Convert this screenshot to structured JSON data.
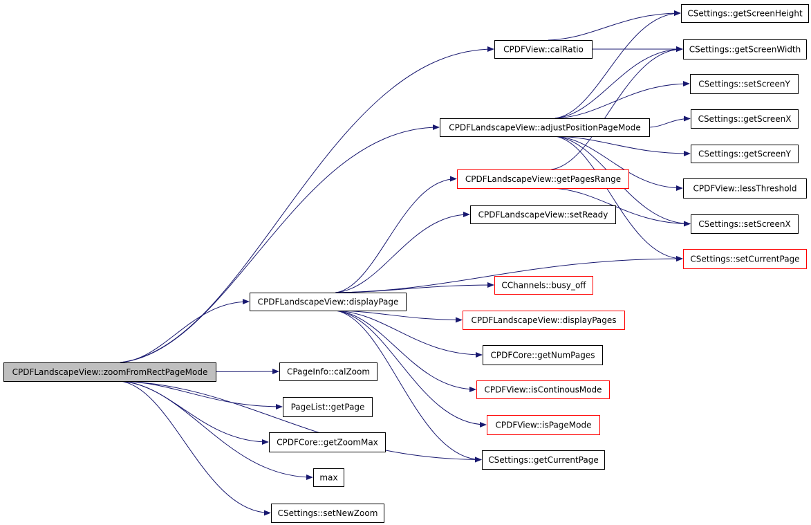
{
  "colors": {
    "edge": "#191970",
    "border_normal": "#000000",
    "border_truncated": "#ff0000",
    "fill_normal": "#ffffff",
    "fill_root": "#bfbfbf"
  },
  "nodes": [
    {
      "id": "zoomFromRectPageMode",
      "label": "CPDFLandscapeView::zoomFromRectPageMode",
      "style": "root"
    },
    {
      "id": "calRatio",
      "label": "CPDFView::calRatio",
      "style": "normal"
    },
    {
      "id": "adjustPositionPageMode",
      "label": "CPDFLandscapeView::adjustPositionPageMode",
      "style": "normal"
    },
    {
      "id": "displayPage",
      "label": "CPDFLandscapeView::displayPage",
      "style": "normal"
    },
    {
      "id": "calZoom",
      "label": "CPageInfo::calZoom",
      "style": "normal"
    },
    {
      "id": "getPage",
      "label": "PageList::getPage",
      "style": "normal"
    },
    {
      "id": "getZoomMax",
      "label": "CPDFCore::getZoomMax",
      "style": "normal"
    },
    {
      "id": "max",
      "label": "max",
      "style": "normal"
    },
    {
      "id": "setNewZoom",
      "label": "CSettings::setNewZoom",
      "style": "normal"
    },
    {
      "id": "getPagesRange",
      "label": "CPDFLandscapeView::getPagesRange",
      "style": "truncated"
    },
    {
      "id": "setReady",
      "label": "CPDFLandscapeView::setReady",
      "style": "normal"
    },
    {
      "id": "busy_off",
      "label": "CChannels::busy_off",
      "style": "truncated"
    },
    {
      "id": "displayPages",
      "label": "CPDFLandscapeView::displayPages",
      "style": "truncated"
    },
    {
      "id": "getNumPages",
      "label": "CPDFCore::getNumPages",
      "style": "normal"
    },
    {
      "id": "isContinousMode",
      "label": "CPDFView::isContinousMode",
      "style": "truncated"
    },
    {
      "id": "isPageMode",
      "label": "CPDFView::isPageMode",
      "style": "truncated"
    },
    {
      "id": "getCurrentPage",
      "label": "CSettings::getCurrentPage",
      "style": "normal"
    },
    {
      "id": "getScreenHeight",
      "label": "CSettings::getScreenHeight",
      "style": "normal"
    },
    {
      "id": "getScreenWidth",
      "label": "CSettings::getScreenWidth",
      "style": "normal"
    },
    {
      "id": "setScreenY",
      "label": "CSettings::setScreenY",
      "style": "normal"
    },
    {
      "id": "getScreenX",
      "label": "CSettings::getScreenX",
      "style": "normal"
    },
    {
      "id": "getScreenY",
      "label": "CSettings::getScreenY",
      "style": "normal"
    },
    {
      "id": "lessThreshold",
      "label": "CPDFView::lessThreshold",
      "style": "normal"
    },
    {
      "id": "setScreenX",
      "label": "CSettings::setScreenX",
      "style": "normal"
    },
    {
      "id": "setCurrentPage",
      "label": "CSettings::setCurrentPage",
      "style": "truncated"
    }
  ],
  "edges": [
    {
      "from": "zoomFromRectPageMode",
      "to": "calRatio"
    },
    {
      "from": "zoomFromRectPageMode",
      "to": "adjustPositionPageMode"
    },
    {
      "from": "zoomFromRectPageMode",
      "to": "displayPage"
    },
    {
      "from": "zoomFromRectPageMode",
      "to": "calZoom"
    },
    {
      "from": "zoomFromRectPageMode",
      "to": "getPage"
    },
    {
      "from": "zoomFromRectPageMode",
      "to": "getZoomMax"
    },
    {
      "from": "zoomFromRectPageMode",
      "to": "max"
    },
    {
      "from": "zoomFromRectPageMode",
      "to": "setNewZoom"
    },
    {
      "from": "zoomFromRectPageMode",
      "to": "getCurrentPage"
    },
    {
      "from": "calRatio",
      "to": "getScreenHeight"
    },
    {
      "from": "calRatio",
      "to": "getScreenWidth"
    },
    {
      "from": "adjustPositionPageMode",
      "to": "getScreenHeight"
    },
    {
      "from": "adjustPositionPageMode",
      "to": "getScreenWidth"
    },
    {
      "from": "adjustPositionPageMode",
      "to": "setScreenY"
    },
    {
      "from": "adjustPositionPageMode",
      "to": "getScreenX"
    },
    {
      "from": "adjustPositionPageMode",
      "to": "getScreenY"
    },
    {
      "from": "adjustPositionPageMode",
      "to": "lessThreshold"
    },
    {
      "from": "adjustPositionPageMode",
      "to": "setScreenX"
    },
    {
      "from": "adjustPositionPageMode",
      "to": "setCurrentPage"
    },
    {
      "from": "getPagesRange",
      "to": "getScreenWidth"
    },
    {
      "from": "getPagesRange",
      "to": "setScreenX"
    },
    {
      "from": "displayPage",
      "to": "getPagesRange"
    },
    {
      "from": "displayPage",
      "to": "setReady"
    },
    {
      "from": "displayPage",
      "to": "setCurrentPage"
    },
    {
      "from": "displayPage",
      "to": "busy_off"
    },
    {
      "from": "displayPage",
      "to": "displayPages"
    },
    {
      "from": "displayPage",
      "to": "getNumPages"
    },
    {
      "from": "displayPage",
      "to": "isContinousMode"
    },
    {
      "from": "displayPage",
      "to": "isPageMode"
    },
    {
      "from": "displayPage",
      "to": "getCurrentPage"
    }
  ]
}
